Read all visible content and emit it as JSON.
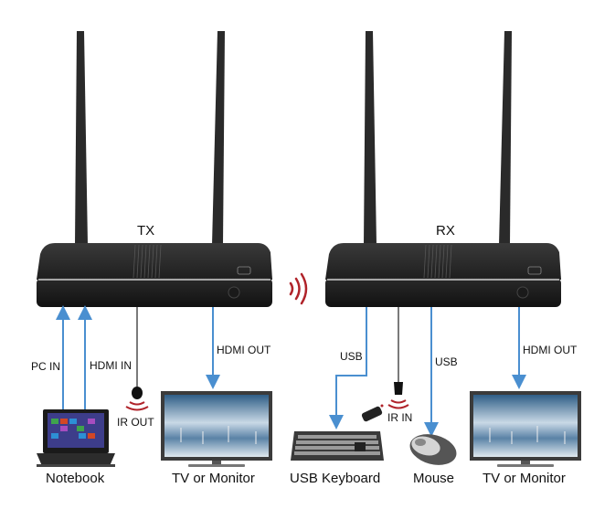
{
  "diagram": {
    "title_units": {
      "tx": "TX",
      "rx": "RX"
    },
    "connections": {
      "pc_in": "PC IN",
      "hdmi_in": "HDMI IN",
      "hdmi_out_tx": "HDMI OUT",
      "ir_out": "IR OUT",
      "usb_keyboard": "USB",
      "usb_mouse": "USB",
      "ir_in": "IR IN",
      "hdmi_out_rx": "HDMI OUT"
    },
    "devices": {
      "notebook": "Notebook",
      "tv_tx": "TV or Monitor",
      "keyboard": "USB Keyboard",
      "mouse": "Mouse",
      "tv_rx": "TV or Monitor"
    },
    "colors": {
      "arrow": "#4a8fd0",
      "signal": "#b0232a",
      "device": "#2b2b2b"
    }
  }
}
